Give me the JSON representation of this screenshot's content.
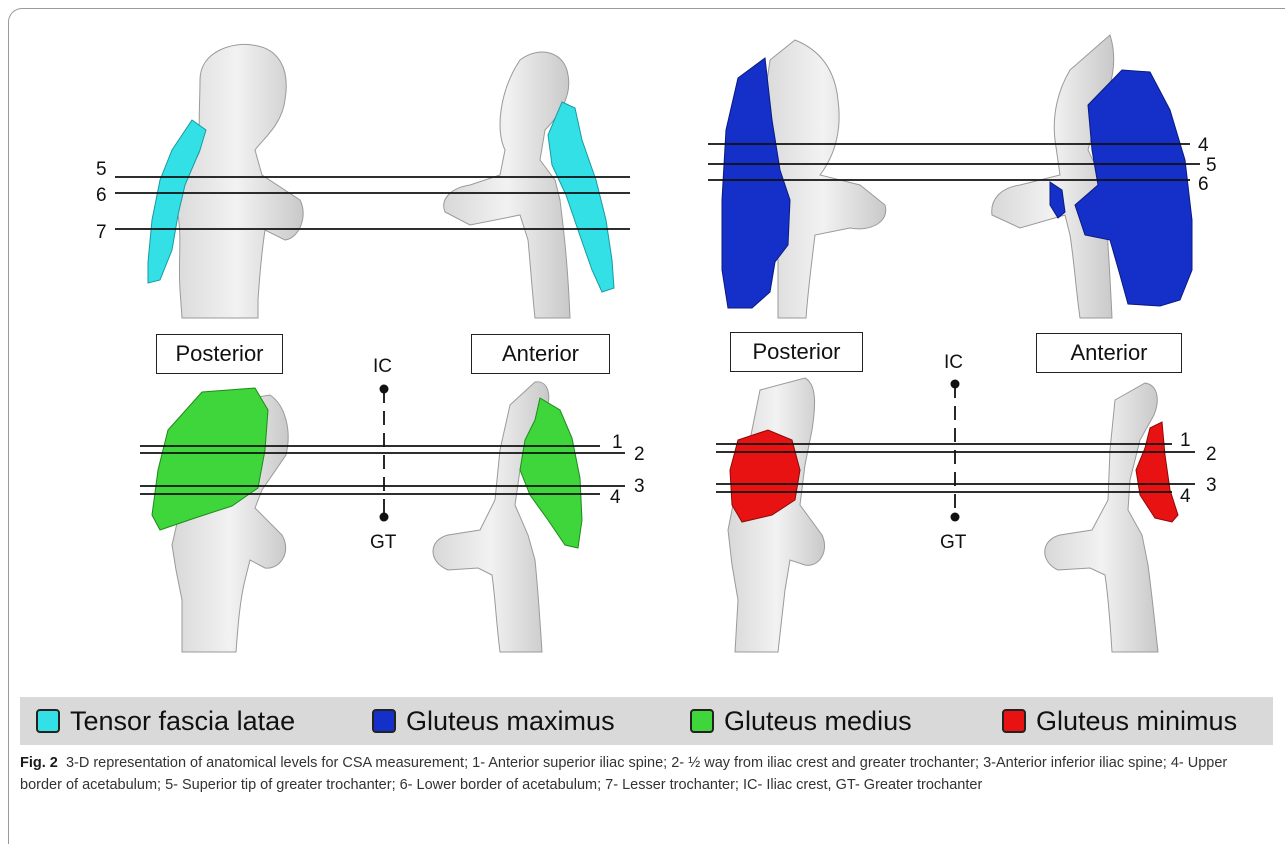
{
  "panels": {
    "top_left": {
      "left_label": "Posterior",
      "right_label": "Anterior"
    },
    "top_right": {
      "left_label": "Posterior",
      "right_label": "Anterior"
    }
  },
  "panel_labels": {
    "posterior_1": "Posterior",
    "anterior_1": "Anterior",
    "posterior_2": "Posterior",
    "anterior_2": "Anterior"
  },
  "axis": {
    "top": "IC",
    "bottom": "GT"
  },
  "level_numbers": {
    "tfl": [
      "5",
      "6",
      "7"
    ],
    "gmax": [
      "4",
      "5",
      "6"
    ],
    "gmed": [
      "1",
      "2",
      "3",
      "4"
    ],
    "gmin": [
      "1",
      "2",
      "3",
      "4"
    ]
  },
  "legend": [
    {
      "label": "Tensor fascia latae",
      "color": "#33e0e6"
    },
    {
      "label": "Gluteus maximus",
      "color": "#1530c8"
    },
    {
      "label": "Gluteus medius",
      "color": "#3ed63a"
    },
    {
      "label": "Gluteus minimus",
      "color": "#e81212"
    }
  ],
  "caption": {
    "fig_label": "Fig. 2",
    "text": "3-D representation of anatomical levels for CSA measurement; 1- Anterior superior iliac spine; 2- ½ way from iliac crest and greater trochanter; 3-Anterior inferior iliac spine; 4- Upper border of acetabulum; 5- Superior tip of greater trochanter; 6- Lower border of acetabulum; 7- Lesser trochanter; IC- Iliac crest, GT- Greater trochanter"
  }
}
